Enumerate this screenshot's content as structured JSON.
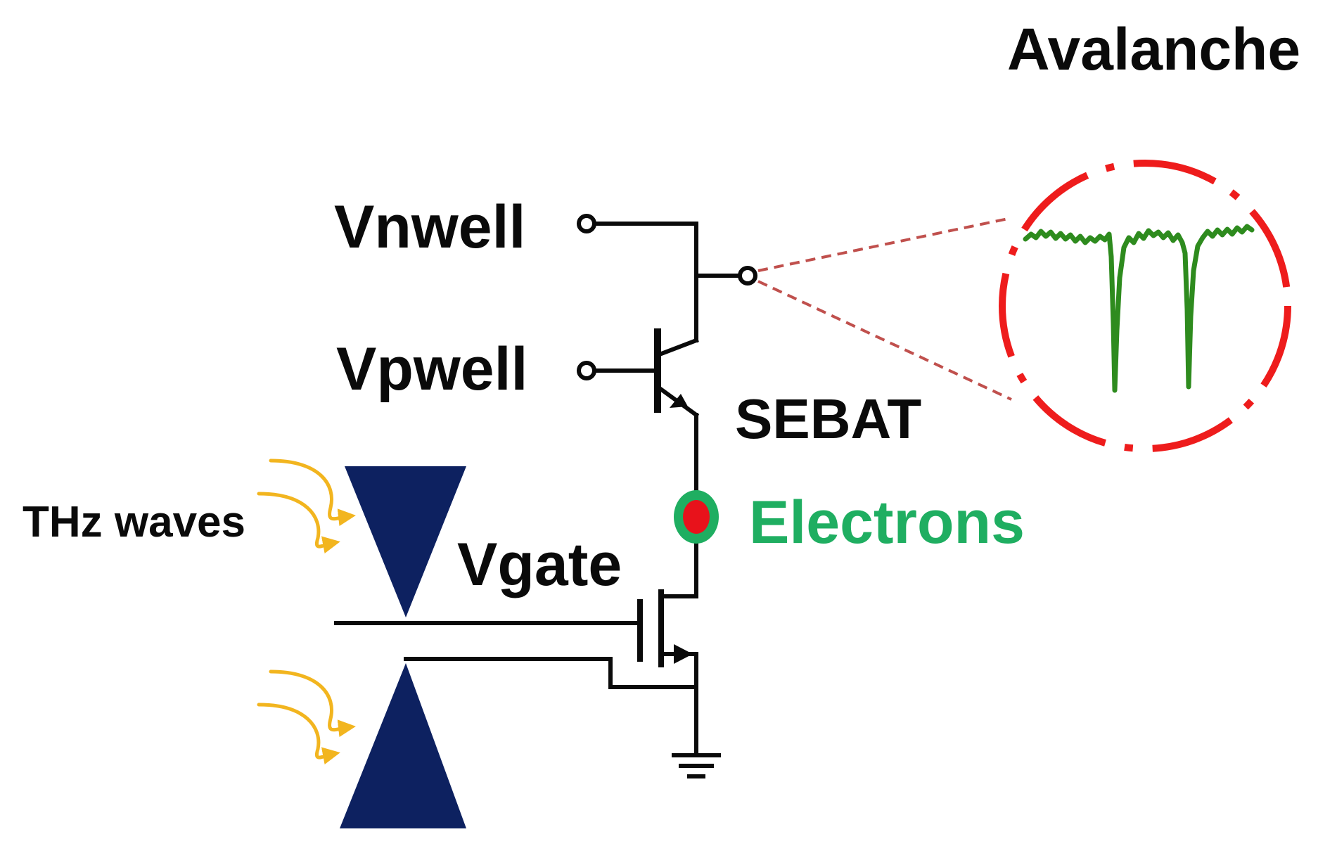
{
  "labels": {
    "avalanche": "Avalanche",
    "vnwell": "Vnwell",
    "vpwell": "Vpwell",
    "sebat": "SEBAT",
    "thz_waves": "THz waves",
    "electrons": "Electrons",
    "vgate": "Vgate"
  },
  "colors": {
    "wire": "#0a0a0a",
    "antenna": "#0d2160",
    "wave": "#f2b51f",
    "zoom_circle": "#ee1c1c",
    "zoom_lines": "#c0504d",
    "trace": "#2e8b1e",
    "electron_ring": "#1fae61",
    "electron_core": "#e8121b",
    "electrons_text": "#1fae61"
  },
  "icons": {
    "ground": "ground-symbol-icon",
    "npn": "bipolar-transistor-icon",
    "nmos": "mosfet-icon",
    "terminal": "terminal-node-icon",
    "wave": "thz-wave-arrow-icon"
  }
}
